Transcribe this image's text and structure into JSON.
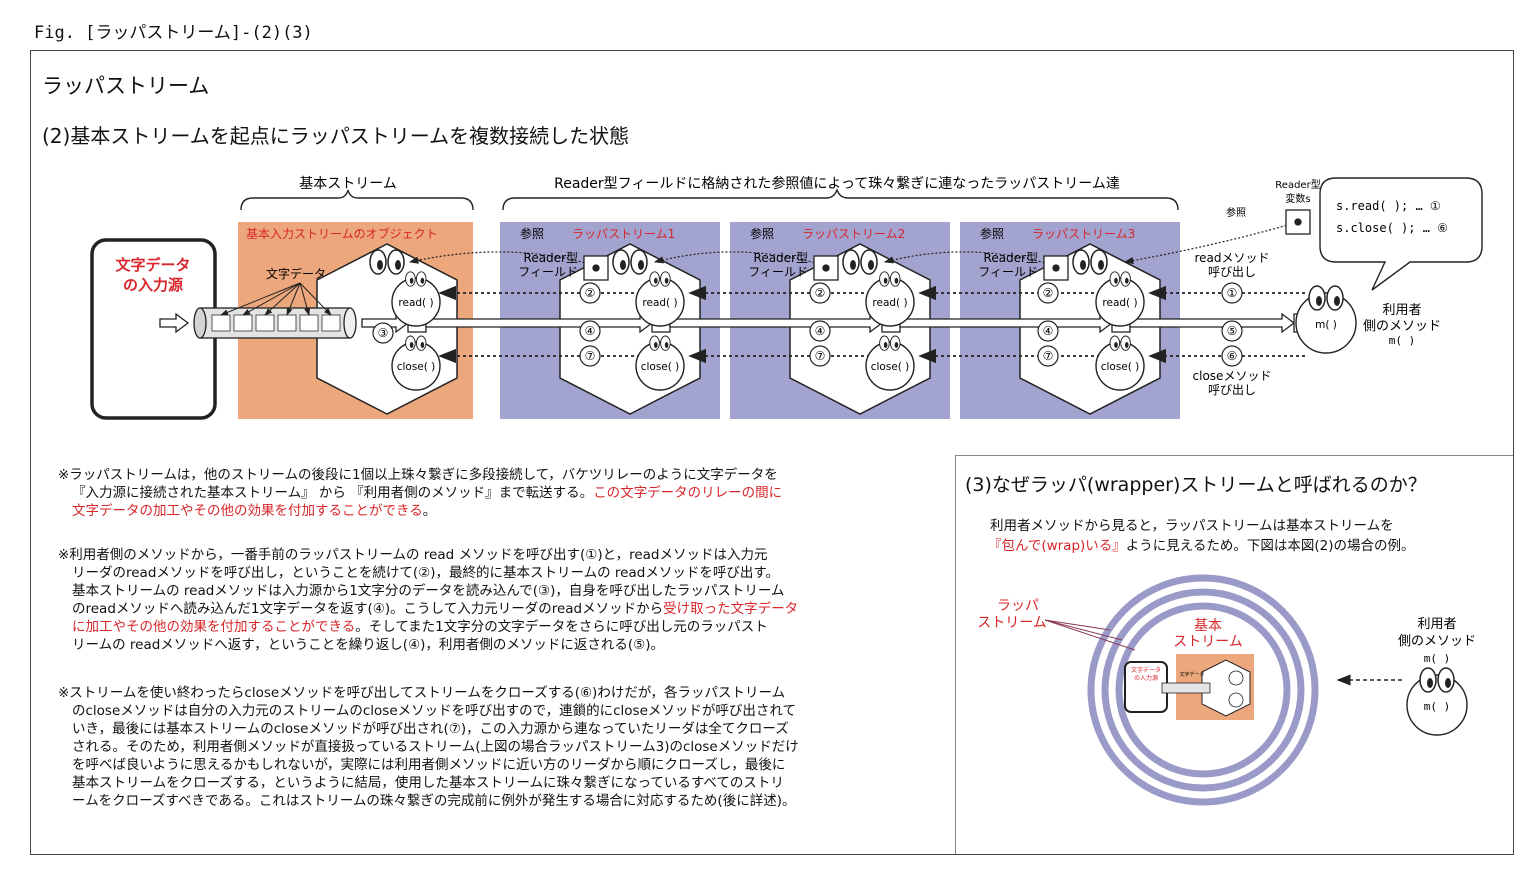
{
  "fig_label": "Fig. [ラッパストリーム]-(2)(3)",
  "title": "ラッパストリーム",
  "subtitle": "(2)基本ストリームを起点にラッパストリームを複数接続した状態",
  "diagram": {
    "label_base_stream": "基本ストリーム",
    "label_wrappers": "Reader型フィールドに格納された参照値によって珠々繋ぎに連なったラッパストリーム達",
    "source_label_1": "文字データ",
    "source_label_2": "の入力源",
    "char_data_label": "文字データ",
    "base_object_label": "基本入力ストリームのオブジェクト",
    "ref_label": "参照",
    "wrapper1": "ラッパストリーム1",
    "wrapper2": "ラッパストリーム2",
    "wrapper3": "ラッパストリーム3",
    "field_label_1": "Reader型",
    "field_label_2": "フィールド",
    "read_method": "read( )",
    "close_method": "close( )",
    "var_label_1": "Reader型",
    "var_label_2": "変数s",
    "ref_small": "参照",
    "call_read_1": "readメソッド",
    "call_read_2": "呼び出し",
    "call_close_1": "closeメソッド",
    "call_close_2": "呼び出し",
    "user_method_1": "利用者",
    "user_method_2": "側のメソッド",
    "user_method_3": "m( )",
    "m_call": "m( )",
    "code_line_1": "s.read( );  … ①",
    "code_line_2": "s.close( ); … ⑥",
    "n1": "①",
    "n2": "②",
    "n3": "③",
    "n4": "④",
    "n5": "⑤",
    "n6": "⑥",
    "n7": "⑦"
  },
  "notes": {
    "p1_l1": "※ラッパストリームは，他のストリームの後段に1個以上珠々繋ぎに多段接続して，バケツリレーのように文字データを",
    "p1_l2": "『入力源に接続された基本ストリーム』 から 『利用者側のメソッド』まで転送する。",
    "p1_l2_red": "この文字データのリレーの間に",
    "p1_l3_red": "文字データの加工やその他の効果を付加することができる",
    "p1_l3_end": "。",
    "p2_l1": "※利用者側のメソッドから，一番手前のラッパストリームの read メソッドを呼び出す(①)と，readメソッドは入力元",
    "p2_l2": "リーダのreadメソッドを呼び出し，ということを続けて(②)，最終的に基本ストリームの readメソッドを呼び出す。",
    "p2_l3": "基本ストリームの readメソッドは入力源から1文字分のデータを読み込んで(③)，自身を呼び出したラッパストリーム",
    "p2_l4": "のreadメソッドへ読み込んだ1文字データを返す(④)。こうして入力元リーダのreadメソッドから",
    "p2_l4_red": "受け取った文字データ",
    "p2_l5_red": "に加工やその他の効果を付加することができる",
    "p2_l5": "。そしてまた1文字分の文字データをさらに呼び出し元のラッパスト",
    "p2_l6": "リームの readメソッドへ返す，ということを繰り返し(④)，利用者側のメソッドに返される(⑤)。",
    "p3_l1": "※ストリームを使い終わったらcloseメソッドを呼び出してストリームをクローズする(⑥)わけだが，各ラッパストリーム",
    "p3_l2": "のcloseメソッドは自分の入力元のストリームのcloseメソッドを呼び出すので，連鎖的にcloseメソッドが呼び出されて",
    "p3_l3": "いき，最後には基本ストリームのcloseメソッドが呼び出され(⑦)，この入力源から連なっていたリーダは全てクローズ",
    "p3_l4": "される。そのため，利用者側メソッドが直接扱っているストリーム(上図の場合ラッパストリーム3)のcloseメソッドだけ",
    "p3_l5": "を呼べば良いように思えるかもしれないが，実際には利用者側メソッドに近い方のリーダから順にクローズし，最後に",
    "p3_l6": "基本ストリームをクローズする，というように結局，使用した基本ストリームに珠々繋ぎになっているすべてのストリ",
    "p3_l7": "ームをクローズすべきである。これはストリームの珠々繋ぎの完成前に例外が発生する場合に対応するため(後に詳述)。"
  },
  "section3": {
    "title": "(3)なぜラッパ(wrapper)ストリームと呼ばれるのか？",
    "desc_l1": "利用者メソッドから見ると，ラッパストリームは基本ストリームを",
    "desc_l2_red": "『包んで(wrap)いる』",
    "desc_l2": "ように見えるため。下図は本図(2)の場合の例。",
    "wrapper_label_1": "ラッパ",
    "wrapper_label_2": "ストリーム",
    "base_label_1": "基本",
    "base_label_2": "ストリーム",
    "user_1": "利用者",
    "user_2": "側のメソッド",
    "user_3": "m( )",
    "user_inner": "m( )",
    "mini_source_1": "文字データ",
    "mini_source_2": "の入力源",
    "mini_char": "文字データ"
  },
  "colors": {
    "base_orange": "#eca77c",
    "wrapper_purple": "#a3a3cf",
    "accent_red": "#d8262b",
    "ring_purple": "#9a9ac8"
  }
}
